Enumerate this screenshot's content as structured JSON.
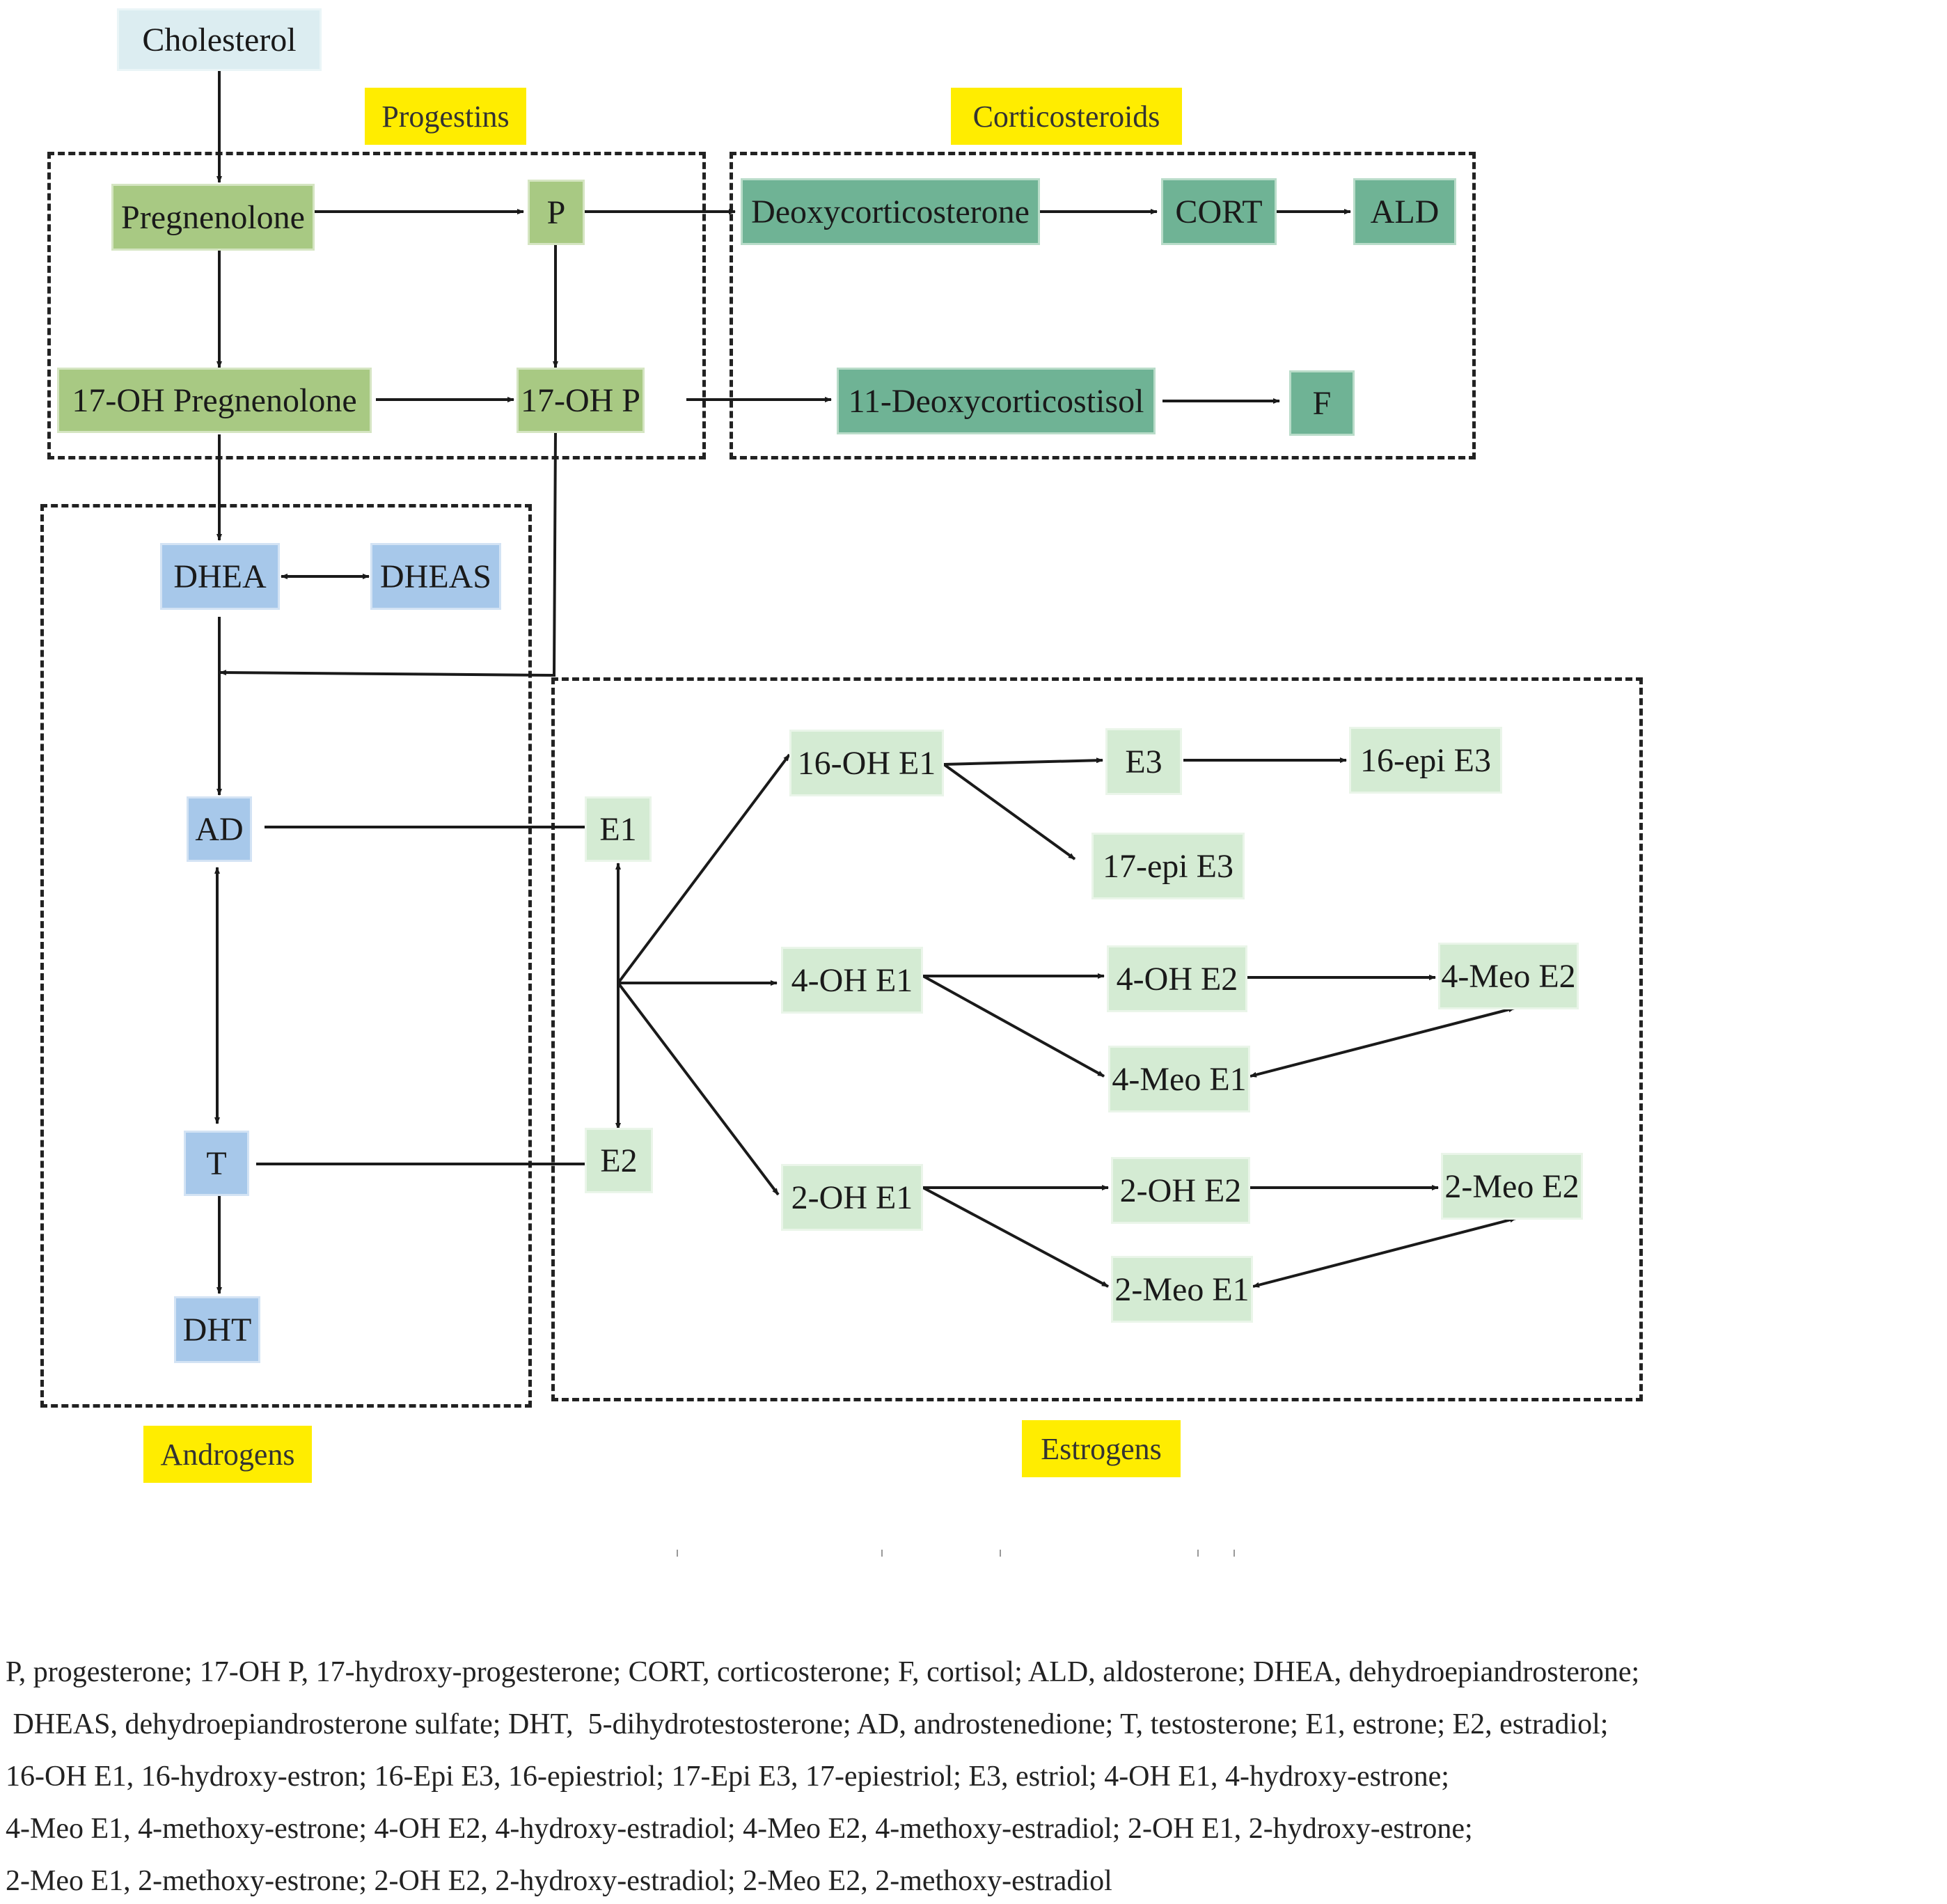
{
  "groups": {
    "progestins": "Progestins",
    "corticosteroids": "Corticosteroids",
    "androgens": "Androgens",
    "estrogens": "Estrogens"
  },
  "nodes": {
    "cholesterol": "Cholesterol",
    "pregnenolone": "Pregnenolone",
    "p": "P",
    "oh17_pregnenolone": "17-OH Pregnenolone",
    "oh17_p": "17-OH P",
    "deoxycorticosterone": "Deoxycorticosterone",
    "cort": "CORT",
    "ald": "ALD",
    "deoxycortisol11": "11-Deoxycorticostisol",
    "f": "F",
    "dhea": "DHEA",
    "dheas": "DHEAS",
    "ad": "AD",
    "t": "T",
    "dht": "DHT",
    "e1": "E1",
    "e2": "E2",
    "oh16_e1": "16-OH E1",
    "e3": "E3",
    "epi16_e3": "16-epi E3",
    "epi17_e3": "17-epi E3",
    "oh4_e1": "4-OH E1",
    "oh4_e2": "4-OH E2",
    "meo4_e2": "4-Meo E2",
    "meo4_e1": "4-Meo E1",
    "oh2_e1": "2-OH E1",
    "oh2_e2": "2-OH E2",
    "meo2_e2": "2-Meo E2",
    "meo2_e1": "2-Meo E1"
  },
  "colors": {
    "root": "#dcedf1",
    "progestin": "#a8c983",
    "corticosteroid": "#6fb395",
    "androgen": "#a7c8ea",
    "estrogen": "#d4ebd3",
    "label_highlight": "#ffed00"
  },
  "legend": [
    "P, progesterone; 17-OH P, 17-hydroxy-progesterone; CORT, corticosterone; F, cortisol; ALD, aldosterone; DHEA, dehydroepiandrosterone;",
    " DHEAS, dehydroepiandrosterone sulfate; DHT,  5-dihydrotestosterone; AD, androstenedione; T, testosterone; E1, estrone; E2, estradiol;",
    "16-OH E1, 16-hydroxy-estron; 16-Epi E3, 16-epiestriol; 17-Epi E3, 17-epiestriol; E3, estriol; 4-OH E1, 4-hydroxy-estrone;",
    "4-Meo E1, 4-methoxy-estrone; 4-OH E2, 4-hydroxy-estradiol; 4-Meo E2, 4-methoxy-estradiol; 2-OH E1, 2-hydroxy-estrone;",
    "2-Meo E1, 2-methoxy-estrone; 2-OH E2, 2-hydroxy-estradiol; 2-Meo E2, 2-methoxy-estradiol"
  ]
}
